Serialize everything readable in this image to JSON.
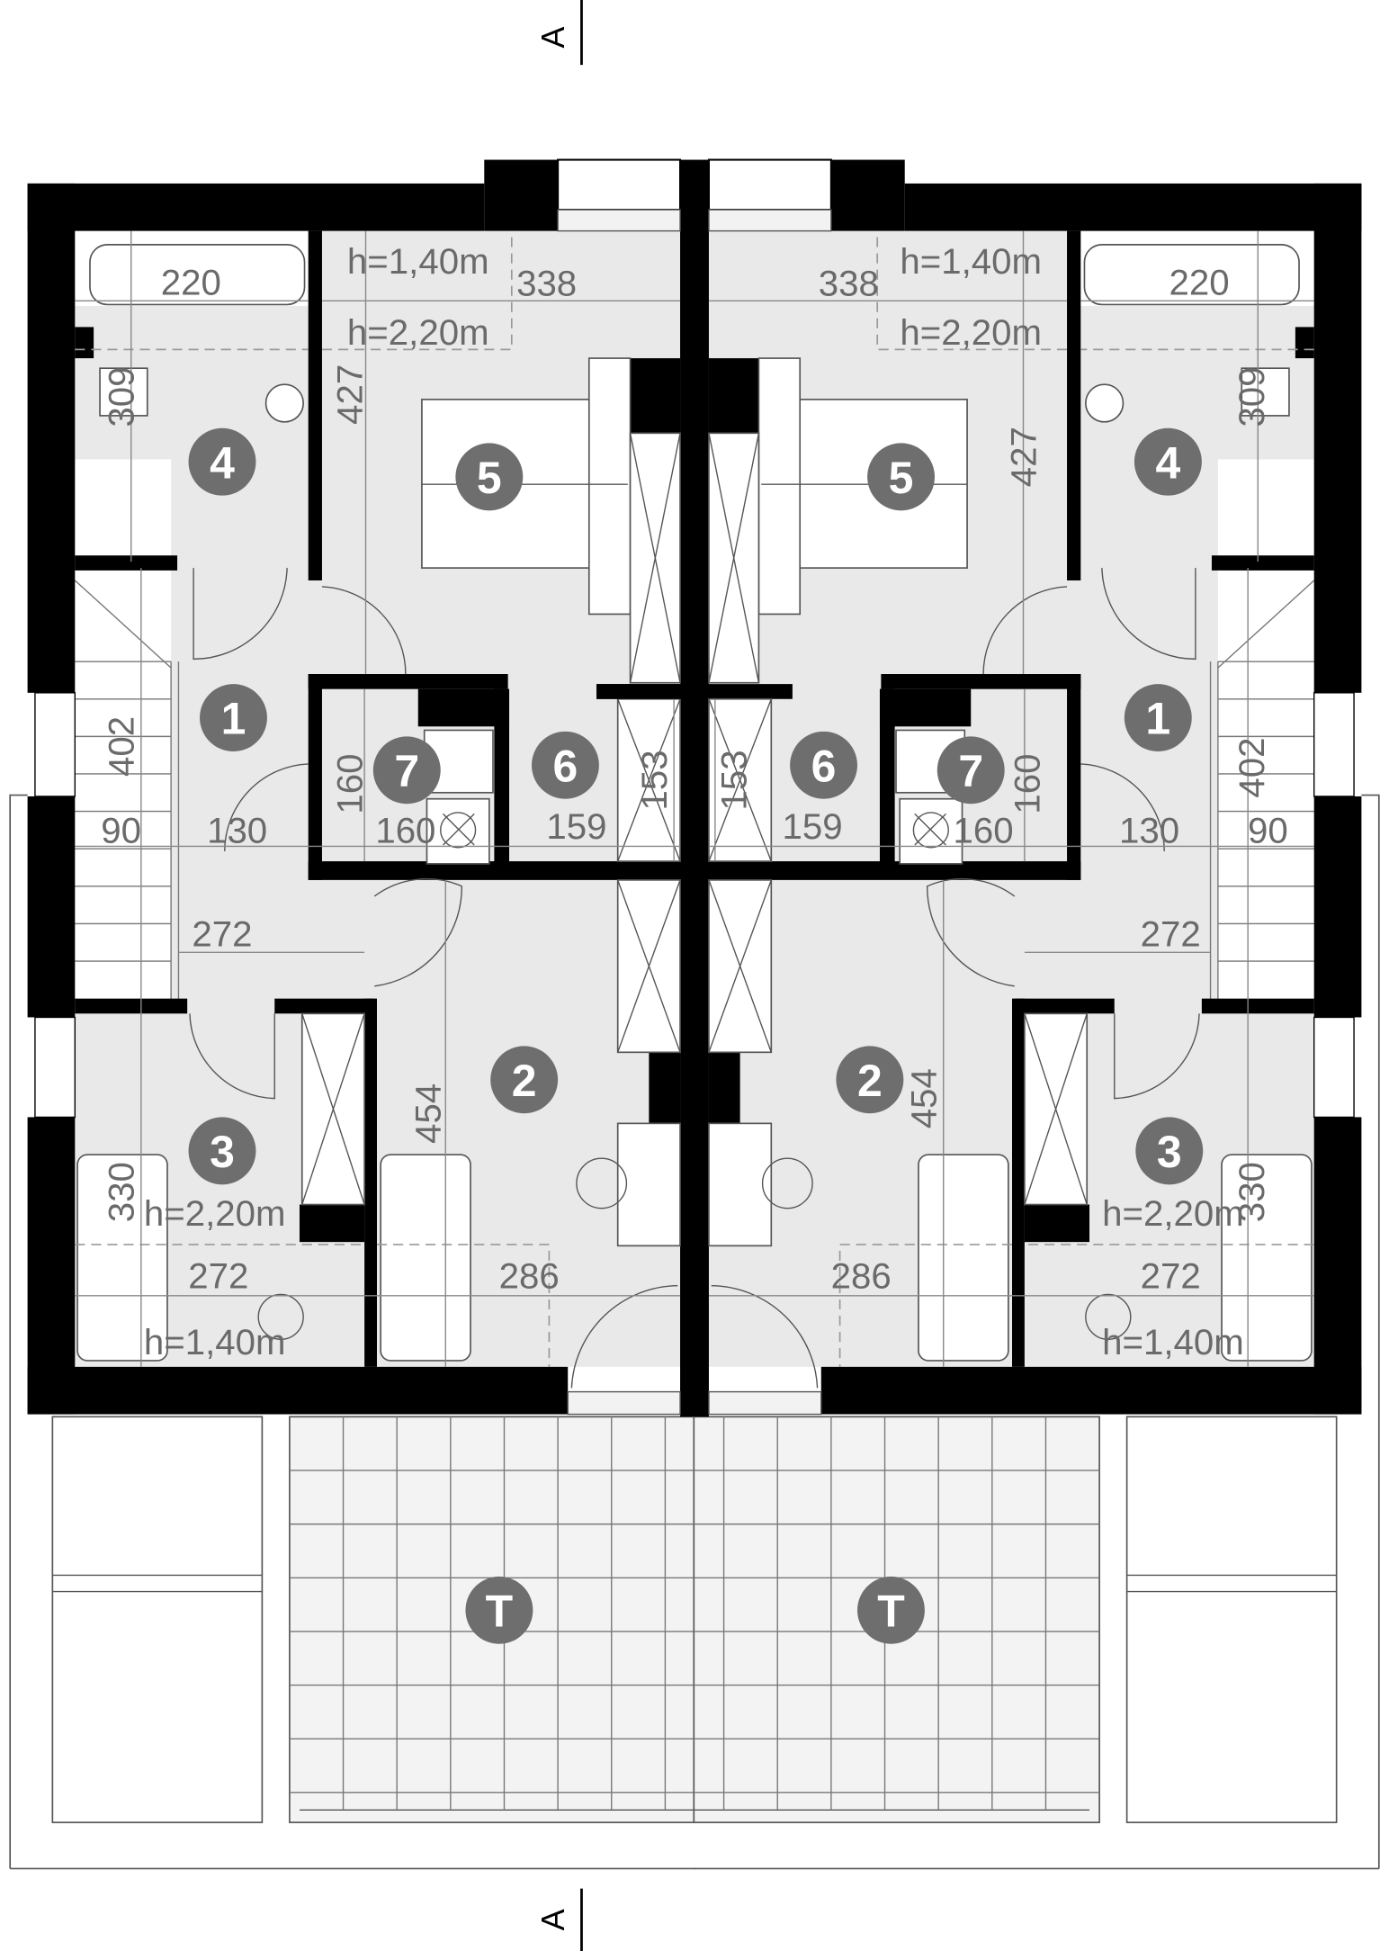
{
  "section_marks": {
    "top": "A",
    "bottom": "A"
  },
  "rooms_left": {
    "r1": "1",
    "r2": "2",
    "r3": "3",
    "r4": "4",
    "r5": "5",
    "r6": "6",
    "r7": "7",
    "terrace": "T"
  },
  "rooms_right": {
    "r1": "1",
    "r2": "2",
    "r3": "3",
    "r4": "4",
    "r5": "5",
    "r6": "6",
    "r7": "7",
    "terrace": "T"
  },
  "dims_left": {
    "bath_width": "220",
    "h_low_top": "h=1,40m",
    "bed_width": "338",
    "h_high_top": "h=2,20m",
    "bed_depth": "427",
    "bath_depth": "309",
    "stair_len": "402",
    "stair_w": "90",
    "hall_w": "130",
    "r7_depth": "160",
    "r7_w": "160",
    "r6_w": "159",
    "r6_depth": "153",
    "hall_len": "272",
    "r2_depth": "454",
    "r3_depth": "330",
    "h_high_bottom": "h=2,20m",
    "r3_w": "272",
    "h_low_bottom": "h=1,40m",
    "r2_w": "286"
  },
  "dims_right": {
    "bath_width": "220",
    "h_low_top": "h=1,40m",
    "bed_width": "338",
    "h_high_top": "h=2,20m",
    "bed_depth": "427",
    "bath_depth": "309",
    "stair_len": "402",
    "stair_w": "90",
    "hall_w": "130",
    "r7_depth": "160",
    "r7_w": "160",
    "r6_w": "159",
    "r6_depth": "153",
    "hall_len": "272",
    "r2_depth": "454",
    "r3_depth": "330",
    "h_high_bottom": "h=2,20m",
    "r3_w": "272",
    "h_low_bottom": "h=1,40m",
    "r2_w": "286"
  },
  "colors": {
    "wall": "#000000",
    "floor": "#e9e9e9",
    "badge": "#6e6e6e",
    "dim_text": "#6a6a6a"
  }
}
